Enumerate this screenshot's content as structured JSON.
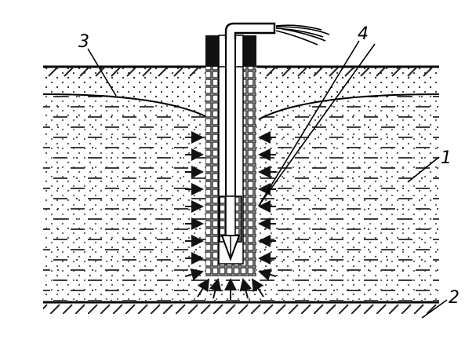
{
  "diagram": {
    "callouts": [
      {
        "id": "aquifer",
        "text": "1"
      },
      {
        "id": "impermeable-base",
        "text": "2"
      },
      {
        "id": "depression-cone",
        "text": "3"
      },
      {
        "id": "well-filter",
        "text": "4"
      }
    ]
  }
}
